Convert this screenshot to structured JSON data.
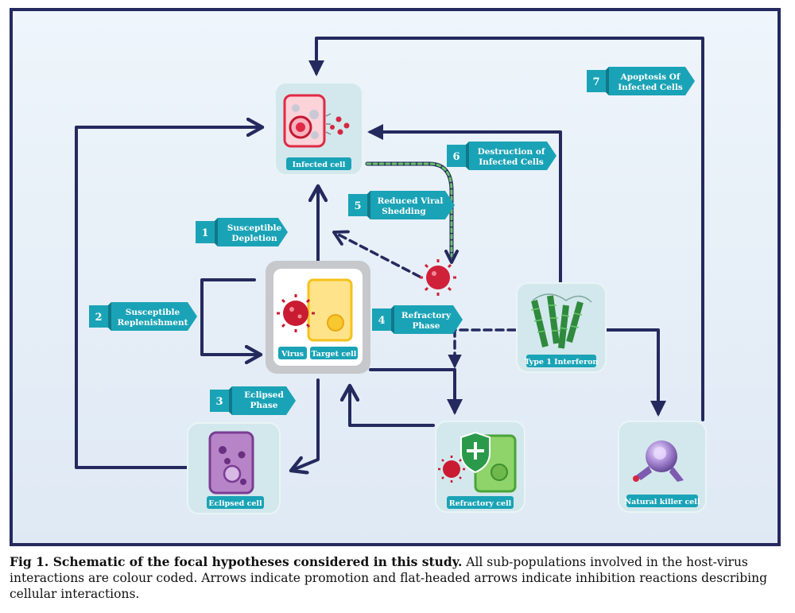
{
  "colors": {
    "frame": "#242a5e",
    "background": "#e6f0f8",
    "label_teal": "#1aa3b6",
    "label_teal_dark": "#10788a",
    "card": "#d3e8ec",
    "arrow": "#242a5e",
    "shedding_dash": "#4f8d57"
  },
  "nodes": {
    "infected": {
      "caption": "Infected cell",
      "icon": "infected-cell-icon"
    },
    "target": {
      "virus_caption": "Virus",
      "target_caption": "Target cell",
      "icon": "virus-target-cell-icon"
    },
    "eclipsed": {
      "caption": "Eclipsed cell",
      "icon": "eclipsed-cell-icon"
    },
    "refractory": {
      "caption": "Refractory cell",
      "icon": "refractory-cell-icon"
    },
    "interferon": {
      "caption": "Type 1 Interferon",
      "icon": "interferon-icon"
    },
    "nk": {
      "caption": "Natural killer cell",
      "icon": "natural-killer-cell-icon"
    },
    "free_virus": {
      "icon": "virus-icon"
    }
  },
  "labels": [
    {
      "number": "1",
      "line1": "Susceptible",
      "line2": "Depletion"
    },
    {
      "number": "2",
      "line1": "Susceptible",
      "line2": "Replenishment"
    },
    {
      "number": "3",
      "line1": "Eclipsed",
      "line2": "Phase"
    },
    {
      "number": "4",
      "line1": "Refractory",
      "line2": "Phase"
    },
    {
      "number": "5",
      "line1": "Reduced Viral",
      "line2": "Shedding"
    },
    {
      "number": "6",
      "line1": "Destruction of",
      "line2": "Infected Cells"
    },
    {
      "number": "7",
      "line1": "Apoptosis Of",
      "line2": "Infected Cells"
    }
  ],
  "caption": {
    "bold": "Fig 1. Schematic of the focal hypotheses considered in this study.",
    "text": " All sub-populations involved in the host-virus interactions are colour coded. Arrows indicate promotion and flat-headed arrows indicate inhibition reactions describing cellular interactions."
  }
}
